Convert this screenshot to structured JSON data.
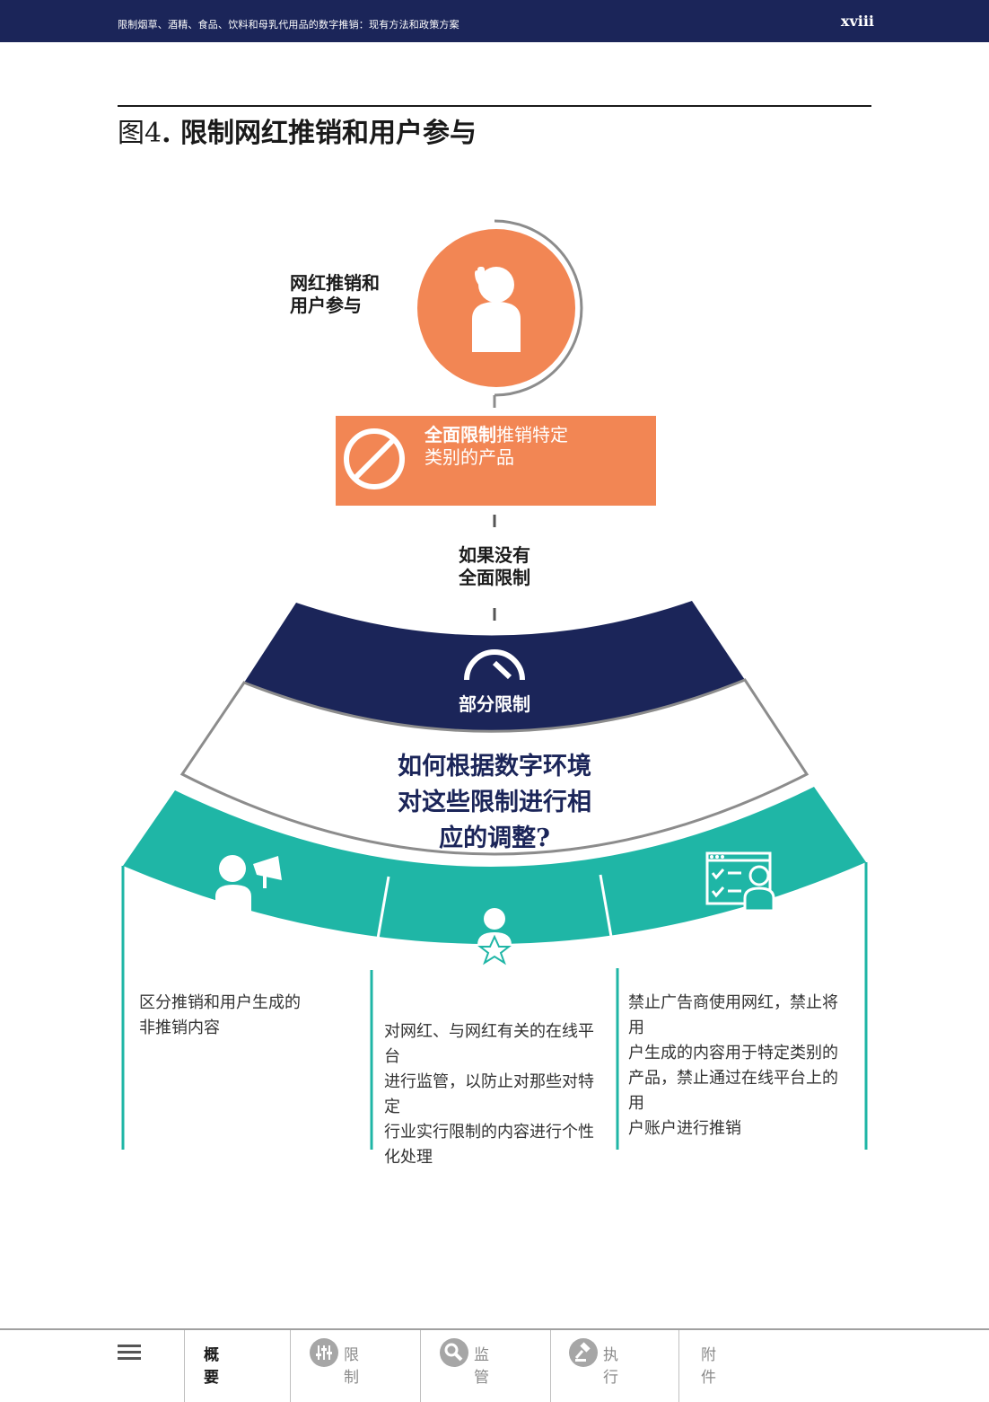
{
  "header": {
    "doc_title": "限制烟草、酒精、食品、饮料和母乳代用品的数字推销：现有方法和政策方案",
    "page_number": "xviii"
  },
  "figure": {
    "number": "图4",
    "title": "限制网红推销和用户参与"
  },
  "diagram": {
    "influencer_label": "网红推销和\n用户参与",
    "full_ban": {
      "bold": "全面限制",
      "rest_line1": "推销特定",
      "line2": "类别的产品"
    },
    "if_no_ban": "如果没有\n全面限制",
    "partial_ban": "部分限制",
    "question": "如何根据数字环境\n对这些限制进行相\n应的调整?",
    "columns": [
      {
        "icon": "megaphone-person-icon",
        "text": "区分推销和用户生成的\n非推销内容"
      },
      {
        "icon": "star-person-icon",
        "text": "对网红、与网红有关的在线平台\n进行监管，以防止对那些对特定\n行业实行限制的内容进行个性\n化处理"
      },
      {
        "icon": "checklist-person-icon",
        "text": "禁止广告商使用网红，禁止将用\n户生成的内容用于特定类别的\n产品，禁止通过在线平台上的用\n户账户进行推销"
      }
    ],
    "colors": {
      "orange": "#f28654",
      "navy": "#1b2559",
      "teal": "#1fb6a6",
      "grey": "#8c8c8c"
    }
  },
  "bottom_nav": {
    "items": [
      {
        "label": "概要",
        "active": true
      },
      {
        "label": "限制",
        "icon": "sliders-icon"
      },
      {
        "label": "监管",
        "icon": "magnifier-icon"
      },
      {
        "label": "执行",
        "icon": "gavel-icon"
      },
      {
        "label": "附件"
      }
    ]
  }
}
